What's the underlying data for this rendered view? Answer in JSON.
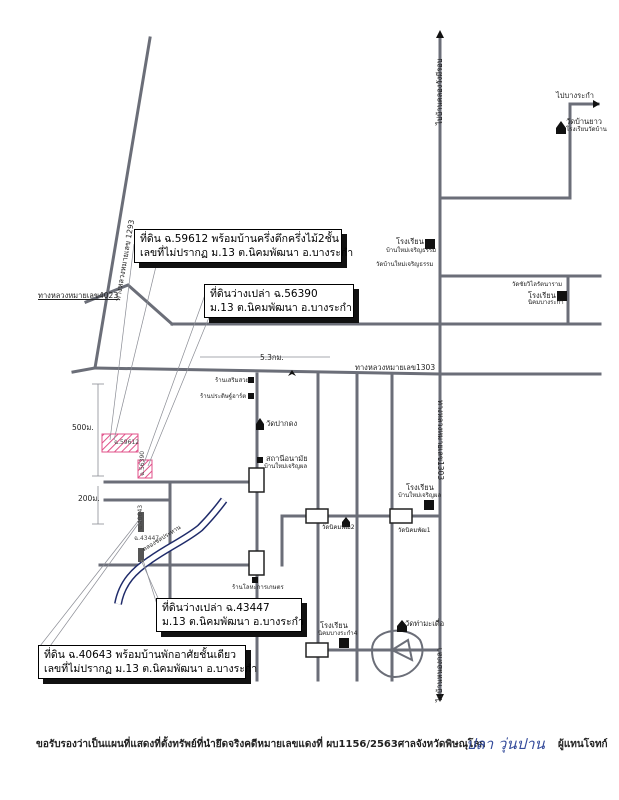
{
  "roads": {
    "hwy1293": "ทางหลวงหมายเลข 1293",
    "hwy4023": "ทางหลวงหมายเลข4023",
    "hwy1303_h": "ทางหลวงหมายเลข1303",
    "hwy1303_v": "ทางหลวงหมายเลข1303",
    "to_ban_khlong_wai": "ไปบ้านคลองวังมีรอบ",
    "to_bang_rakam": "ไปบางระกำ",
    "to_ban_nong_kla": "ไปบ้านหนองกลา"
  },
  "distances": {
    "d_53km": "5.3กม.",
    "d_500m": "500ม.",
    "d_200m": "200ม."
  },
  "landmarks": {
    "wat_na_yao": "วัดบ้านยาว",
    "wat_na_yao_sub": "โรงเรียนวัดบ้าน",
    "school_top": "โรงเรียน",
    "school_top_sub": "บ้านใหม่เจริญธรรม",
    "wat_top_sub": "วัดบ้านใหม่เจริญธรรม",
    "school_mid_a": "วัดชัยวิไลรัตนาราม",
    "school_mid": "โรงเรียน",
    "school_mid_sub": "นิคมบางระกำ",
    "shop1": "ร้านเสริมสวย",
    "shop2": "ร้านประดิษฐ์อาร์ต",
    "wat_pak_dong": "วัดปากดง",
    "health_station": "สถานีอนามัย",
    "health_station_sub": "บ้านใหม่เจริญผล",
    "school_right": "โรงเรียน",
    "school_right_sub": "บ้านใหม่เจริญผล",
    "wat_nikhom2": "วัดนิคมพัฒ2",
    "wat_nikhom1": "วัดนิคมพัฒ1",
    "agri_shop": "ร้านโลหะการเกษตร",
    "canal": "คลองชลประทาน",
    "school_bottom": "โรงเรียน",
    "school_bottom_sub": "นิคมบางระกำ4",
    "wat_bottom": "วัดท่ามะเดื่อ"
  },
  "parcels": {
    "p_59612_tag": "ฉ.59612",
    "p_56390_tag": "ฉ.56390",
    "p_43447_tag": "ฉ.43447",
    "p_40643_tag": "ฉ.40643"
  },
  "callouts": {
    "c1_line1": "ที่ดิน ฉ.59612 พร้อมบ้านครึ่งตึกครึ่งไม้2ชั้น",
    "c1_line2": "เลขที่ไม่ปรากฏ ม.13 ต.นิคมพัฒนา อ.บางระกำ",
    "c2_line1": "ที่ดินว่างเปล่า ฉ.56390",
    "c2_line2": "ม.13 ต.นิคมพัฒนา อ.บางระกำ",
    "c3_line1": "ที่ดินว่างเปล่า ฉ.43447",
    "c3_line2": "ม.13 ต.นิคมพัฒนา อ.บางระกำ",
    "c4_line1": "ที่ดิน ฉ.40643 พร้อมบ้านพักอาศัยชั้นเดียว",
    "c4_line2": "เลขที่ไม่ปรากฏ ม.13 ต.นิคมพัฒนา อ.บางระกำ"
  },
  "footer": {
    "text": "ขอรับรองว่าเป็นแผนที่แสดงที่ตั้งทรัพย์ที่นำยึดจริงคดีหมายเลขแดงที่ ผบ1156/2563ศาลจังหวัดพิษณุโลก",
    "signature": "ปลา วุ่นปาน",
    "signer": "ผู้แทนโจทก์"
  },
  "colors": {
    "road": "#6b6e78",
    "parcel": "#e0528a",
    "ink": "#111111"
  }
}
